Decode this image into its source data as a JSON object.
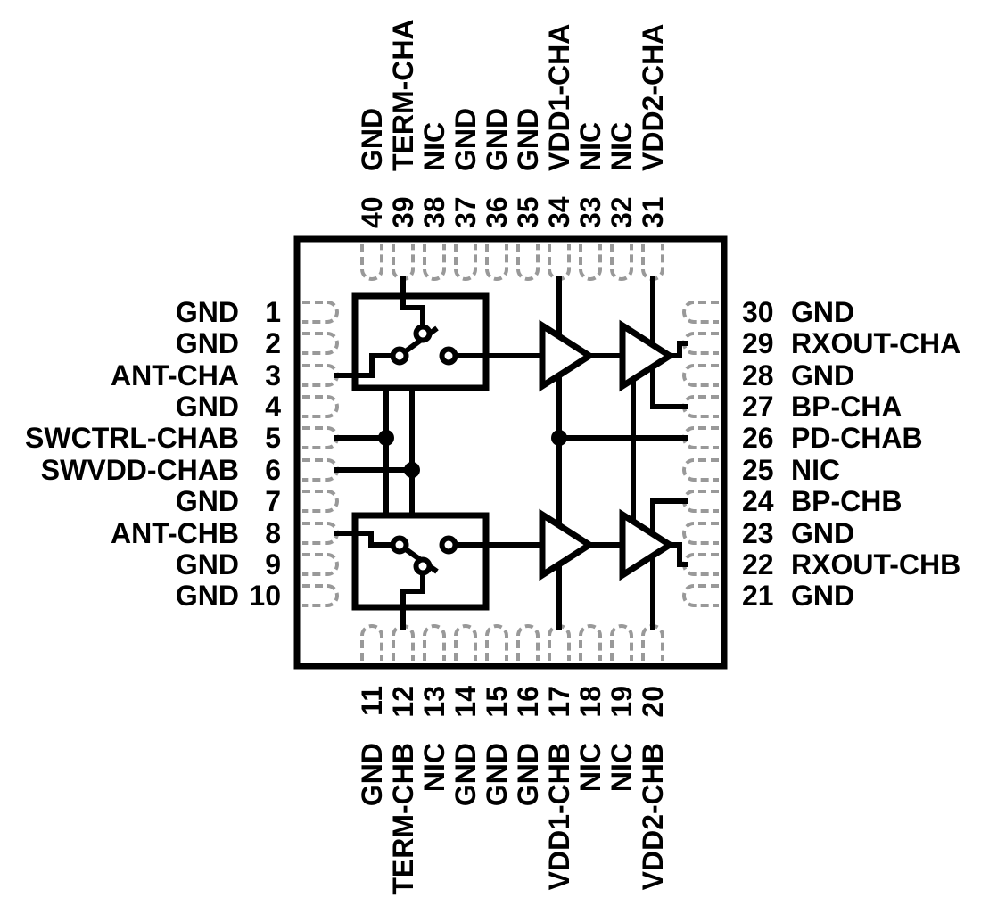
{
  "diagram": {
    "kind": "ic-pinout-functional-block-diagram",
    "blocks": [
      "spdt-switch-cha",
      "spdt-switch-chb",
      "amplifier-1-cha",
      "amplifier-2-cha",
      "amplifier-1-chb",
      "amplifier-2-chb"
    ]
  },
  "pins": {
    "left": [
      {
        "num": "1",
        "name": "GND"
      },
      {
        "num": "2",
        "name": "GND"
      },
      {
        "num": "3",
        "name": "ANT-CHA"
      },
      {
        "num": "4",
        "name": "GND"
      },
      {
        "num": "5",
        "name": "SWCTRL-CHAB"
      },
      {
        "num": "6",
        "name": "SWVDD-CHAB"
      },
      {
        "num": "7",
        "name": "GND"
      },
      {
        "num": "8",
        "name": "ANT-CHB"
      },
      {
        "num": "9",
        "name": "GND"
      },
      {
        "num": "10",
        "name": "GND"
      }
    ],
    "right": [
      {
        "num": "30",
        "name": "GND"
      },
      {
        "num": "29",
        "name": "RXOUT-CHA"
      },
      {
        "num": "28",
        "name": "GND"
      },
      {
        "num": "27",
        "name": "BP-CHA"
      },
      {
        "num": "26",
        "name": "PD-CHAB"
      },
      {
        "num": "25",
        "name": "NIC"
      },
      {
        "num": "24",
        "name": "BP-CHB"
      },
      {
        "num": "23",
        "name": "GND"
      },
      {
        "num": "22",
        "name": "RXOUT-CHB"
      },
      {
        "num": "21",
        "name": "GND"
      }
    ],
    "top": [
      {
        "num": "40",
        "name": "GND"
      },
      {
        "num": "39",
        "name": "TERM-CHA"
      },
      {
        "num": "38",
        "name": "NIC"
      },
      {
        "num": "37",
        "name": "GND"
      },
      {
        "num": "36",
        "name": "GND"
      },
      {
        "num": "35",
        "name": "GND"
      },
      {
        "num": "34",
        "name": "VDD1-CHA"
      },
      {
        "num": "33",
        "name": "NIC"
      },
      {
        "num": "32",
        "name": "NIC"
      },
      {
        "num": "31",
        "name": "VDD2-CHA"
      }
    ],
    "bottom": [
      {
        "num": "11",
        "name": "GND"
      },
      {
        "num": "12",
        "name": "TERM-CHB"
      },
      {
        "num": "13",
        "name": "NIC"
      },
      {
        "num": "14",
        "name": "GND"
      },
      {
        "num": "15",
        "name": "GND"
      },
      {
        "num": "16",
        "name": "GND"
      },
      {
        "num": "17",
        "name": "VDD1-CHB"
      },
      {
        "num": "18",
        "name": "NIC"
      },
      {
        "num": "19",
        "name": "NIC"
      },
      {
        "num": "20",
        "name": "VDD2-CHB"
      }
    ]
  },
  "colors": {
    "line": "#000000",
    "pad": "#999999",
    "background": "#ffffff"
  }
}
